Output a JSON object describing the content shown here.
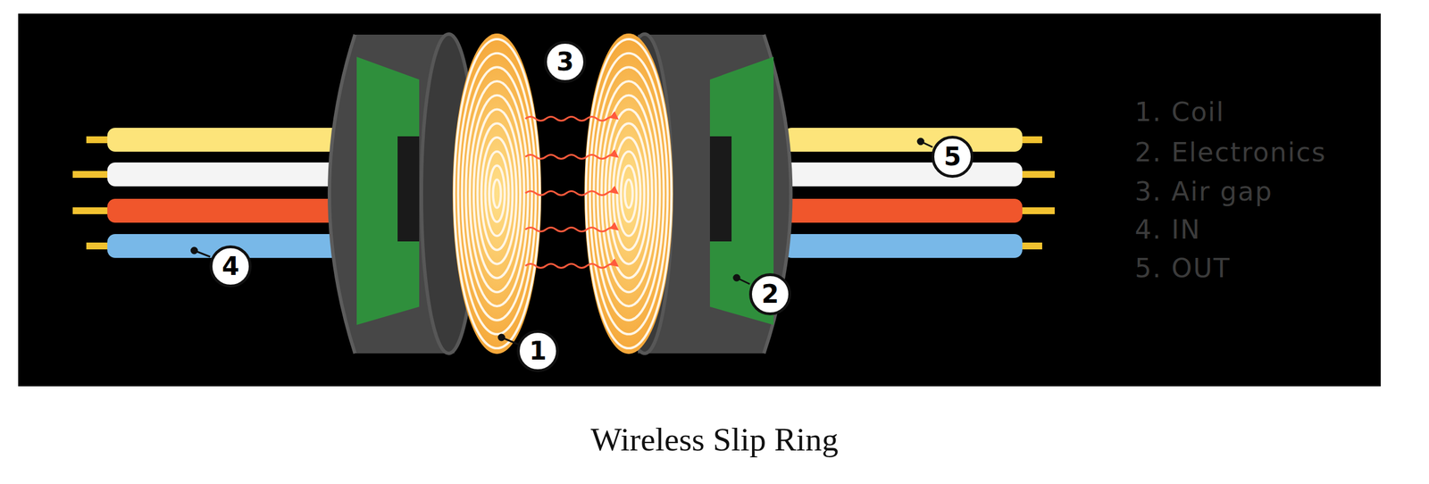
{
  "diagram": {
    "caption": "Wireless Slip Ring",
    "labels": [
      "3",
      "5",
      "4",
      "2",
      "1",
      "1. Coil",
      "2. Electronics",
      "3. Air gap",
      "4. IN",
      "5. OUT"
    ]
  }
}
